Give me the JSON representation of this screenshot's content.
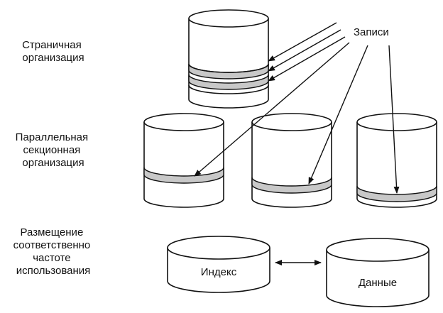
{
  "diagram": {
    "records_label": "Записи",
    "rows": [
      {
        "id": "paged",
        "label": [
          "Страничная",
          "организация"
        ]
      },
      {
        "id": "parallel",
        "label": [
          "Параллельная",
          "секционная",
          "организация"
        ]
      },
      {
        "id": "frequency",
        "label": [
          "Размещение",
          "соответственно",
          "частоте",
          "использования"
        ]
      }
    ],
    "index_label": "Индекс",
    "data_label": "Данные"
  }
}
